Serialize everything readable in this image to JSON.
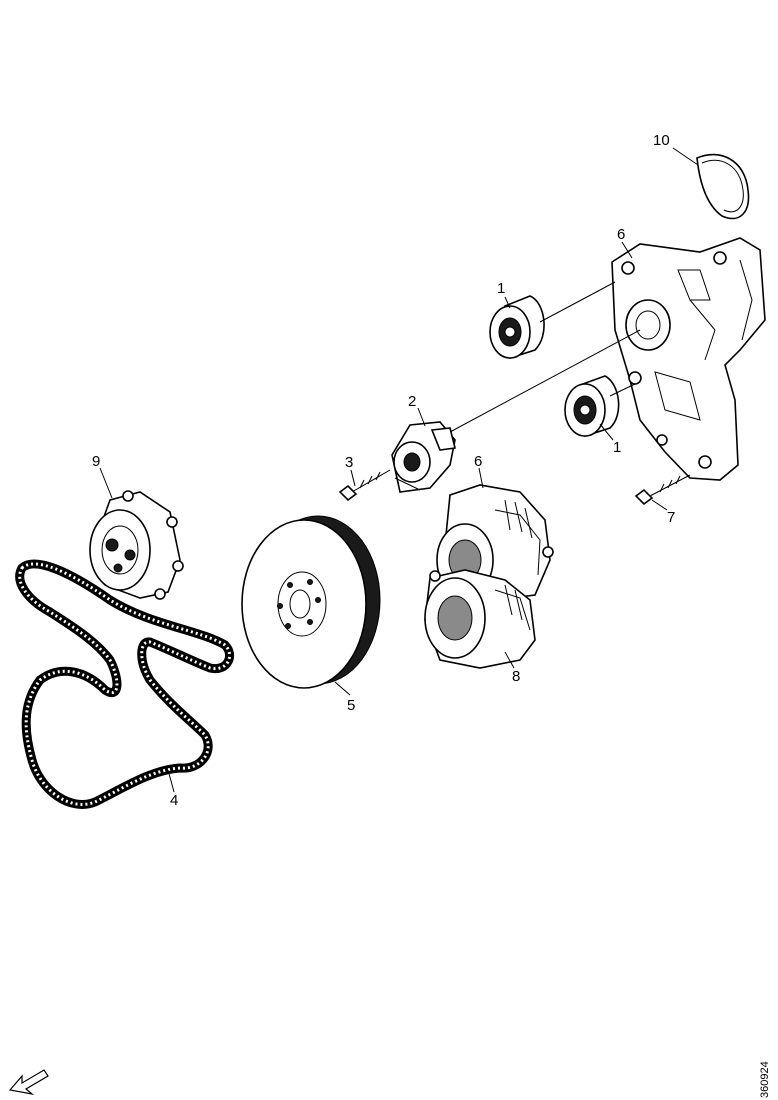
{
  "callouts": {
    "c10": "10",
    "c6a": "6",
    "c1a": "1",
    "c1b": "1",
    "c2": "2",
    "c3": "3",
    "c6b": "6",
    "c7": "7",
    "c9": "9",
    "c8": "8",
    "c5": "5",
    "c4": "4"
  },
  "reference_code": "360924",
  "icons": {
    "direction": "arrow-icon"
  }
}
